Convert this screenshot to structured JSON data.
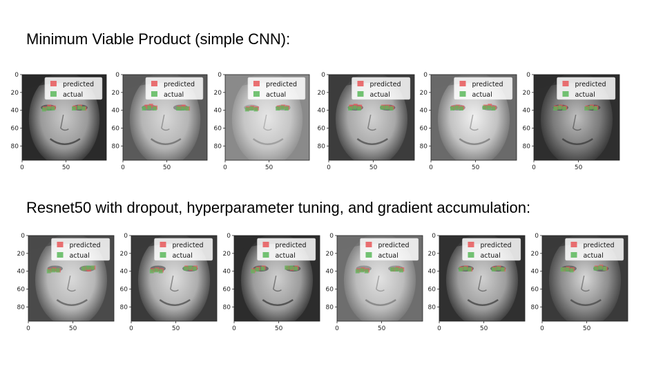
{
  "section_mvp": {
    "title": "Minimum Viable Product (simple CNN):"
  },
  "section_resnet": {
    "title": "Resnet50 with dropout, hyperparameter tuning, and gradient accumulation:"
  },
  "legend": {
    "predicted_label": "predicted",
    "actual_label": "actual",
    "predicted_color": "#e8585a",
    "actual_color": "#5cb85c"
  },
  "axes": {
    "y_ticks": [
      "0",
      "20",
      "40",
      "60",
      "80"
    ],
    "x_ticks": [
      "0",
      "50"
    ]
  },
  "chart_data": [
    {
      "type": "scatter",
      "panel": "mvp-1",
      "xlim": [
        0,
        96
      ],
      "ylim": [
        96,
        0
      ],
      "series": [
        {
          "name": "predicted",
          "x": [
            26,
            31,
            36,
            60,
            66,
            71
          ],
          "y": [
            38,
            36,
            37,
            37,
            36,
            38
          ]
        },
        {
          "name": "actual",
          "x": [
            25,
            30,
            35,
            59,
            65,
            70
          ],
          "y": [
            39,
            38,
            38,
            38,
            37,
            38
          ]
        }
      ]
    },
    {
      "type": "scatter",
      "panel": "mvp-2",
      "xlim": [
        0,
        96
      ],
      "ylim": [
        96,
        0
      ],
      "series": [
        {
          "name": "predicted",
          "x": [
            27,
            32,
            37,
            64,
            69,
            74
          ],
          "y": [
            36,
            35,
            37,
            37,
            36,
            38
          ]
        },
        {
          "name": "actual",
          "x": [
            24,
            30,
            36,
            63,
            68,
            73
          ],
          "y": [
            38,
            37,
            38,
            38,
            38,
            38
          ]
        }
      ]
    },
    {
      "type": "scatter",
      "panel": "mvp-3",
      "xlim": [
        0,
        96
      ],
      "ylim": [
        96,
        0
      ],
      "series": [
        {
          "name": "predicted",
          "x": [
            26,
            31,
            36,
            61,
            66,
            71
          ],
          "y": [
            38,
            37,
            38,
            37,
            36,
            37
          ]
        },
        {
          "name": "actual",
          "x": [
            25,
            30,
            35,
            60,
            65,
            70
          ],
          "y": [
            39,
            38,
            39,
            38,
            37,
            38
          ]
        }
      ]
    },
    {
      "type": "scatter",
      "panel": "mvp-4",
      "xlim": [
        0,
        96
      ],
      "ylim": [
        96,
        0
      ],
      "series": [
        {
          "name": "predicted",
          "x": [
            25,
            30,
            35,
            61,
            66,
            71
          ],
          "y": [
            36,
            35,
            36,
            36,
            36,
            37
          ]
        },
        {
          "name": "actual",
          "x": [
            24,
            29,
            34,
            60,
            65,
            70
          ],
          "y": [
            38,
            37,
            38,
            37,
            37,
            38
          ]
        }
      ]
    },
    {
      "type": "scatter",
      "panel": "mvp-5",
      "xlim": [
        0,
        96
      ],
      "ylim": [
        96,
        0
      ],
      "series": [
        {
          "name": "predicted",
          "x": [
            25,
            30,
            35,
            61,
            66,
            71
          ],
          "y": [
            37,
            36,
            37,
            36,
            35,
            37
          ]
        },
        {
          "name": "actual",
          "x": [
            24,
            29,
            34,
            60,
            65,
            70
          ],
          "y": [
            38,
            37,
            38,
            37,
            37,
            38
          ]
        }
      ]
    },
    {
      "type": "scatter",
      "panel": "mvp-6",
      "xlim": [
        0,
        96
      ],
      "ylim": [
        96,
        0
      ],
      "series": [
        {
          "name": "predicted",
          "x": [
            25,
            30,
            35,
            60,
            65,
            70
          ],
          "y": [
            37,
            36,
            37,
            37,
            36,
            37
          ]
        },
        {
          "name": "actual",
          "x": [
            24,
            29,
            34,
            59,
            64,
            69
          ],
          "y": [
            38,
            37,
            38,
            38,
            37,
            38
          ]
        }
      ]
    },
    {
      "type": "scatter",
      "panel": "resnet-1",
      "xlim": [
        0,
        96
      ],
      "ylim": [
        96,
        0
      ],
      "series": [
        {
          "name": "predicted",
          "x": [
            24,
            29,
            34,
            63,
            68,
            73
          ],
          "y": [
            39,
            38,
            39,
            37,
            38,
            36
          ]
        },
        {
          "name": "actual",
          "x": [
            23,
            28,
            33,
            62,
            67,
            72
          ],
          "y": [
            40,
            39,
            39,
            37,
            36,
            36
          ]
        }
      ]
    },
    {
      "type": "scatter",
      "panel": "resnet-2",
      "xlim": [
        0,
        96
      ],
      "ylim": [
        96,
        0
      ],
      "series": [
        {
          "name": "predicted",
          "x": [
            24,
            29,
            34,
            62,
            67,
            72
          ],
          "y": [
            39,
            38,
            39,
            36,
            37,
            36
          ]
        },
        {
          "name": "actual",
          "x": [
            23,
            28,
            33,
            61,
            66,
            71
          ],
          "y": [
            40,
            39,
            40,
            37,
            36,
            37
          ]
        }
      ]
    },
    {
      "type": "scatter",
      "panel": "resnet-3",
      "xlim": [
        0,
        96
      ],
      "ylim": [
        96,
        0
      ],
      "series": [
        {
          "name": "predicted",
          "x": [
            22,
            27,
            33,
            60,
            65,
            70
          ],
          "y": [
            39,
            37,
            36,
            36,
            37,
            36
          ]
        },
        {
          "name": "actual",
          "x": [
            21,
            26,
            32,
            59,
            64,
            69
          ],
          "y": [
            40,
            38,
            37,
            36,
            36,
            37
          ]
        }
      ]
    },
    {
      "type": "scatter",
      "panel": "resnet-4",
      "xlim": [
        0,
        96
      ],
      "ylim": [
        96,
        0
      ],
      "series": [
        {
          "name": "predicted",
          "x": [
            24,
            29,
            34,
            63,
            68,
            73
          ],
          "y": [
            39,
            38,
            39,
            38,
            37,
            38
          ]
        },
        {
          "name": "actual",
          "x": [
            23,
            28,
            33,
            62,
            67,
            72
          ],
          "y": [
            40,
            39,
            40,
            38,
            38,
            39
          ]
        }
      ]
    },
    {
      "type": "scatter",
      "panel": "resnet-5",
      "xlim": [
        0,
        96
      ],
      "ylim": [
        96,
        0
      ],
      "series": [
        {
          "name": "predicted",
          "x": [
            25,
            30,
            35,
            62,
            67,
            72
          ],
          "y": [
            37,
            36,
            38,
            37,
            36,
            38
          ]
        },
        {
          "name": "actual",
          "x": [
            24,
            29,
            34,
            61,
            66,
            71
          ],
          "y": [
            38,
            37,
            38,
            38,
            37,
            38
          ]
        }
      ]
    },
    {
      "type": "scatter",
      "panel": "resnet-6",
      "xlim": [
        0,
        96
      ],
      "ylim": [
        96,
        0
      ],
      "series": [
        {
          "name": "predicted",
          "x": [
            24,
            29,
            34,
            61,
            66,
            71
          ],
          "y": [
            38,
            37,
            38,
            36,
            35,
            37
          ]
        },
        {
          "name": "actual",
          "x": [
            23,
            28,
            33,
            60,
            65,
            70
          ],
          "y": [
            38,
            38,
            39,
            37,
            36,
            37
          ]
        }
      ]
    }
  ]
}
